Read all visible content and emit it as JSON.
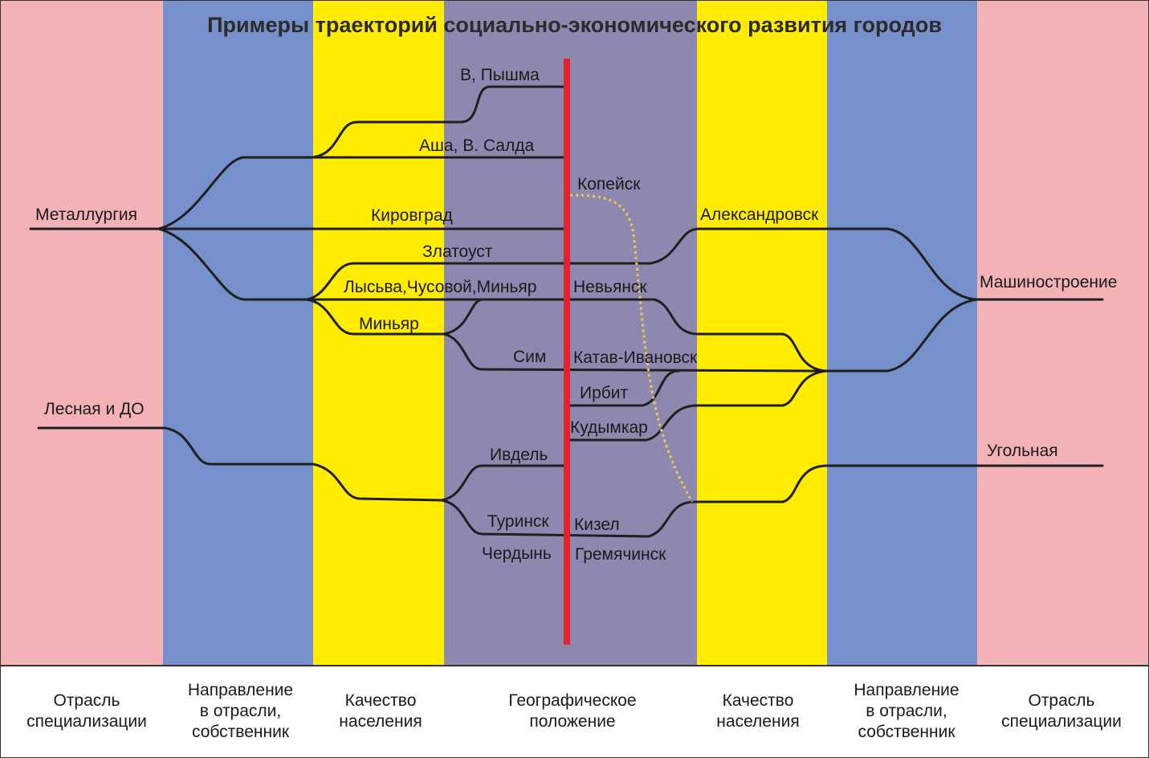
{
  "title": "Примеры траекторий социально-экономического развития городов",
  "colors": {
    "pink": "#f3b2b6",
    "blue": "#7590ca",
    "yellow": "#ffec00",
    "purple": "#8d88b0",
    "border_line": "#e3222b",
    "path_line": "#1f1f1f",
    "dotted_path": "#f2c94c"
  },
  "columns": [
    {
      "label": "Отрасль\nспециализации"
    },
    {
      "label": "Направление\nв отрасли,\nсобственник"
    },
    {
      "label": "Качество\nнаселения"
    },
    {
      "label": "Географическое\nположение"
    },
    {
      "label": "Качество\nнаселения"
    },
    {
      "label": "Направление\nв отрасли,\nсобственник"
    },
    {
      "label": "Отрасль\nспециализации"
    }
  ],
  "sectors_left": {
    "metallurgy": "Металлургия",
    "forest": "Лесная и ДО"
  },
  "sectors_right": {
    "machine": "Машиностроение",
    "coal": "Угольная"
  },
  "cities": {
    "v_pyshma": "В, Пышма",
    "asha": "Аша, В. Салда",
    "kopeysk": "Копейск",
    "kirovgrad": "Кировград",
    "aleksandrovsk": "Александровск",
    "zlatoust": "Златоуст",
    "lysva": "Лысьва,Чусовой,Миньяр",
    "nevyansk": "Невьянск",
    "minyar": "Миньяр",
    "sim": "Сим",
    "katav": "Катав-Ивановск",
    "irbit": "Ирбит",
    "kudymkar": "Кудымкар",
    "ivdel": "Ивдель",
    "turinsk": "Туринск",
    "kizel": "Кизел",
    "cherdyn": "Чердынь",
    "gremyachinsk": "Гремячинск"
  }
}
